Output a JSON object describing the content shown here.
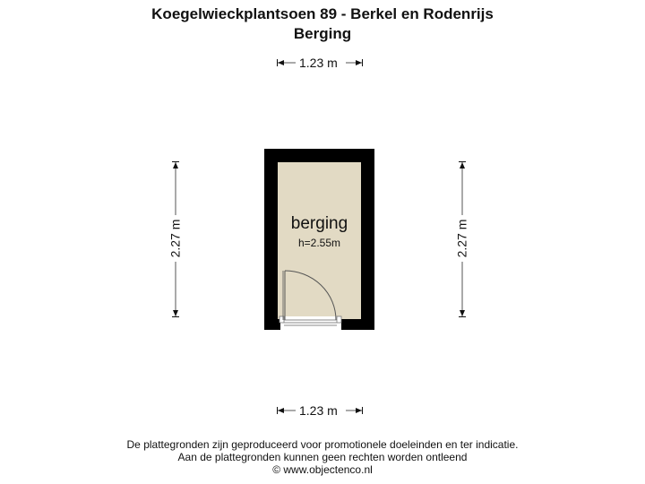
{
  "header": {
    "title": "Koegelwieckplantsoen 89 - Berkel en Rodenrijs",
    "subtitle": "Berging"
  },
  "dimensions": {
    "top": "1.23 m",
    "bottom": "1.23 m",
    "left": "2.27 m",
    "right": "2.27 m"
  },
  "room": {
    "name": "berging",
    "height": "h=2.55m",
    "fill_color": "#e2dac4",
    "wall_color": "#000000"
  },
  "footer": {
    "line1": "De plattegronden zijn geproduceerd voor promotionele doeleinden en ter indicatie.",
    "line2": "Aan de plattegronden kunnen geen rechten worden ontleend",
    "line3": "© www.objectenco.nl"
  }
}
